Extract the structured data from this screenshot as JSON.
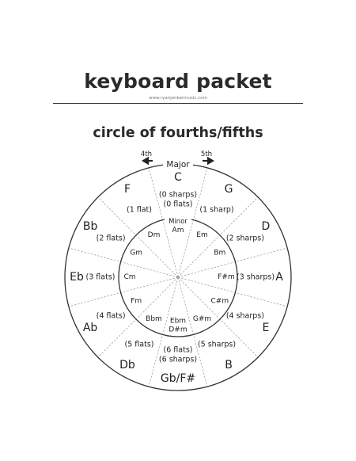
{
  "header": {
    "title": "keyboard packet",
    "url": "www.ryanjonkermusic.com",
    "section_title": "circle of fourths/fifths"
  },
  "diagram": {
    "arrow_left_label": "4th",
    "arrow_right_label": "5th",
    "major_label": "Major",
    "minor_label": "Minor",
    "positions": [
      {
        "major": "C",
        "signature": [
          "(0 sharps)",
          "(0 flats)"
        ],
        "minor": "Am"
      },
      {
        "major": "G",
        "signature": [
          "(1 sharp)"
        ],
        "minor": "Em"
      },
      {
        "major": "D",
        "signature": [
          "(2 sharps)"
        ],
        "minor": "Bm"
      },
      {
        "major": "A",
        "signature": [
          "(3 sharps)"
        ],
        "minor": "F#m"
      },
      {
        "major": "E",
        "signature": [
          "(4 sharps)"
        ],
        "minor": "C#m"
      },
      {
        "major": "B",
        "signature": [
          "(5 sharps)"
        ],
        "minor": "G#m"
      },
      {
        "major": "Gb/F#",
        "signature": [
          "(6 flats)",
          "(6 sharps)"
        ],
        "minor": [
          "Ebm",
          "D#m"
        ]
      },
      {
        "major": "Db",
        "signature": [
          "(5 flats)"
        ],
        "minor": "Bbm"
      },
      {
        "major": "Ab",
        "signature": [
          "(4 flats)"
        ],
        "minor": "Fm"
      },
      {
        "major": "Eb",
        "signature": [
          "(3 flats)"
        ],
        "minor": "Cm"
      },
      {
        "major": "Bb",
        "signature": [
          "(2 flats)"
        ],
        "minor": "Gm"
      },
      {
        "major": "F",
        "signature": [
          "(1 flat)"
        ],
        "minor": "Dm"
      }
    ]
  }
}
